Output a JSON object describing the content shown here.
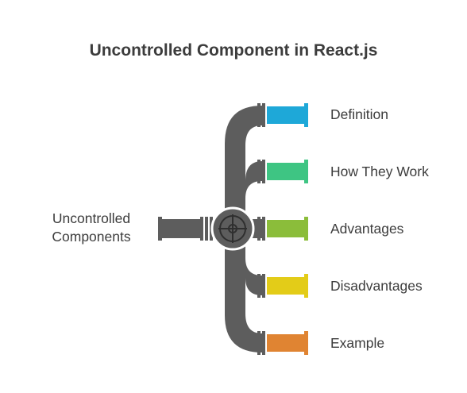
{
  "title": "Uncontrolled Component in React.js",
  "root": {
    "label_line1": "Uncontrolled",
    "label_line2": "Components"
  },
  "branches": [
    {
      "label": "Definition",
      "color": "#1ea8d8"
    },
    {
      "label": "How They Work",
      "color": "#3ec583"
    },
    {
      "label": "Advantages",
      "color": "#8bbd3a"
    },
    {
      "label": "Disadvantages",
      "color": "#e3cc18"
    },
    {
      "label": "Example",
      "color": "#e08432"
    }
  ],
  "colors": {
    "pipe": "#5d5d5d",
    "text": "#3c3c3c"
  },
  "icons": {
    "hub": "valve-wheel-icon"
  }
}
